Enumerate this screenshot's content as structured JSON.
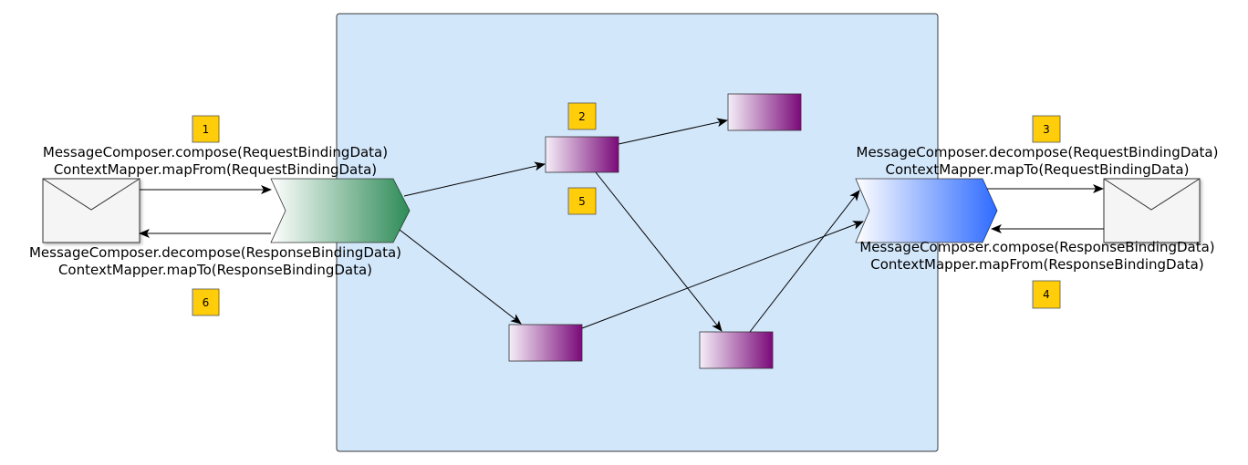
{
  "colors": {
    "canvas_fill": "#d3e7fb",
    "canvas_stroke": "#36393d",
    "badge_fill": "#ffcd0a",
    "envelope_fill": "#f5f5f5",
    "green_gradient": [
      "#ffffff",
      "#2e8b57"
    ],
    "blue_gradient": [
      "#ffffff",
      "#2e6bff"
    ],
    "purple_gradient": [
      "#f5eef8",
      "#7a0a7a"
    ]
  },
  "labels": {
    "left_top": [
      "MessageComposer.compose(RequestBindingData)",
      "ContextMapper.mapFrom(RequestBindingData)"
    ],
    "left_bottom": [
      "MessageComposer.decompose(ResponseBindingData)",
      "ContextMapper.mapTo(ResponseBindingData)"
    ],
    "right_top": [
      "MessageComposer.decompose(RequestBindingData)",
      "ContextMapper.mapTo(RequestBindingData)"
    ],
    "right_bottom": [
      "MessageComposer.compose(ResponseBindingData)",
      "ContextMapper.mapFrom(ResponseBindingData)"
    ]
  },
  "badges": [
    "1",
    "2",
    "3",
    "4",
    "5",
    "6"
  ]
}
